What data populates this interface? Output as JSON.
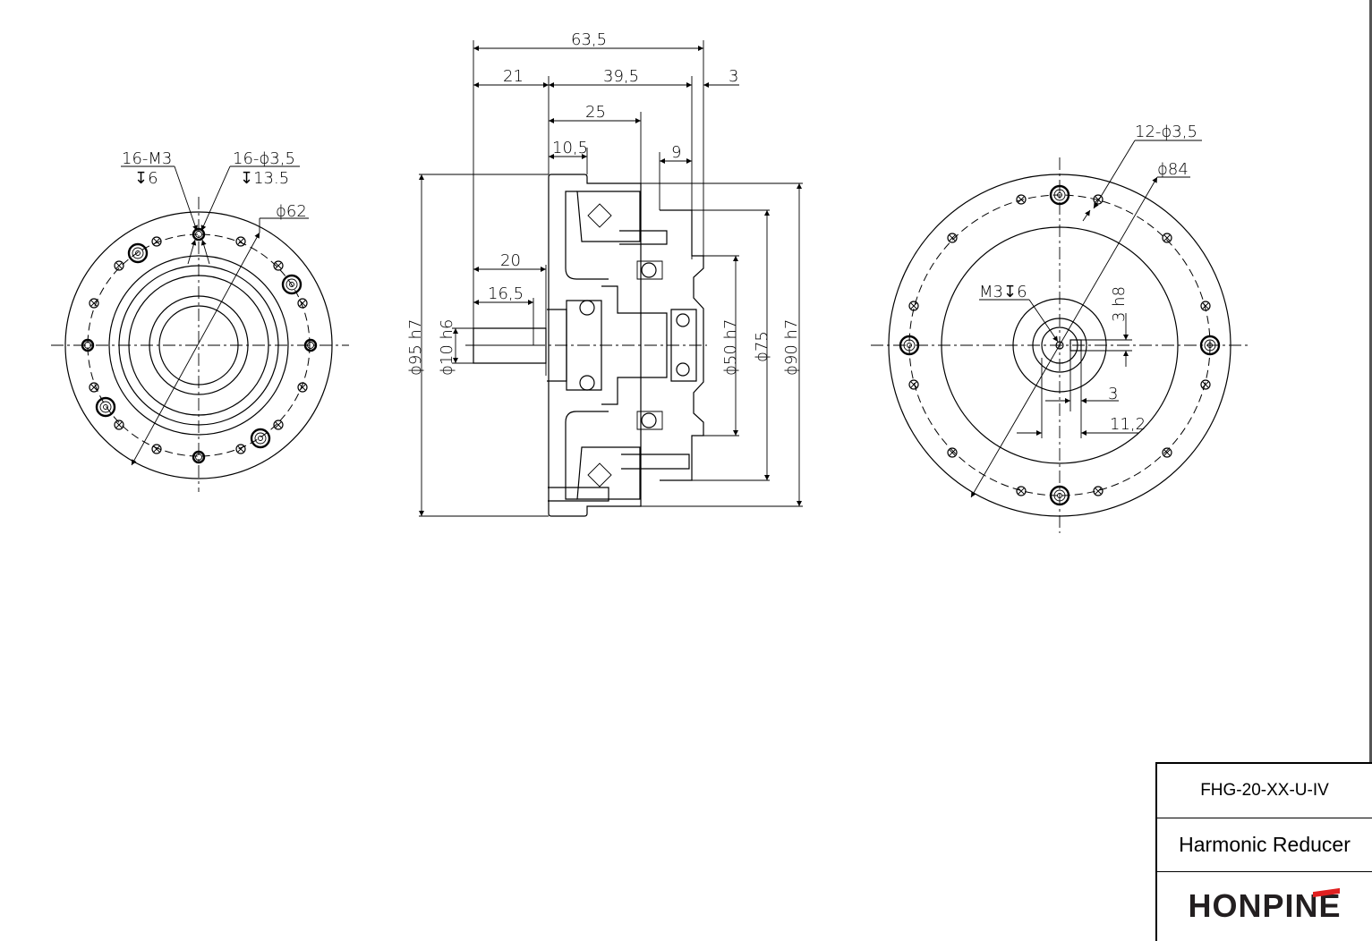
{
  "drawing": {
    "type": "engineering-drawing",
    "subject": "Harmonic Reducer",
    "views": {
      "left_view": {
        "labels": {
          "tapped_holes_count": "16-M3",
          "tapped_holes_depth": "↧6",
          "through_holes_count": "16-ϕ3,5",
          "through_holes_depth": "↧13.5",
          "bolt_circle": "ϕ62"
        }
      },
      "side_view": {
        "dimensions": {
          "overall_length": "63,5",
          "shaft_length": "21",
          "body_length": "39,5",
          "flange_offset": "3",
          "dim_25": "25",
          "dim_10_5": "10,5",
          "dim_9": "9",
          "dim_20": "20",
          "dim_16_5": "16,5",
          "dia_95": "ϕ95 h7",
          "dia_10": "ϕ10 h6",
          "dia_50": "ϕ50 h7",
          "dia_75": "ϕ75",
          "dia_90": "ϕ90 h7"
        }
      },
      "right_view": {
        "labels": {
          "holes": "12-ϕ3,5",
          "bolt_circle": "ϕ84",
          "center_thread": "M3↧6",
          "key_width": "3 h8",
          "key_depth": "3",
          "key_height": "11,2"
        }
      }
    }
  },
  "title_block": {
    "model_code": "FHG-20-XX-U-IV",
    "product_name": "Harmonic Reducer",
    "brand_logo": "HONPINE",
    "brand_accent_color": "#e02020"
  }
}
